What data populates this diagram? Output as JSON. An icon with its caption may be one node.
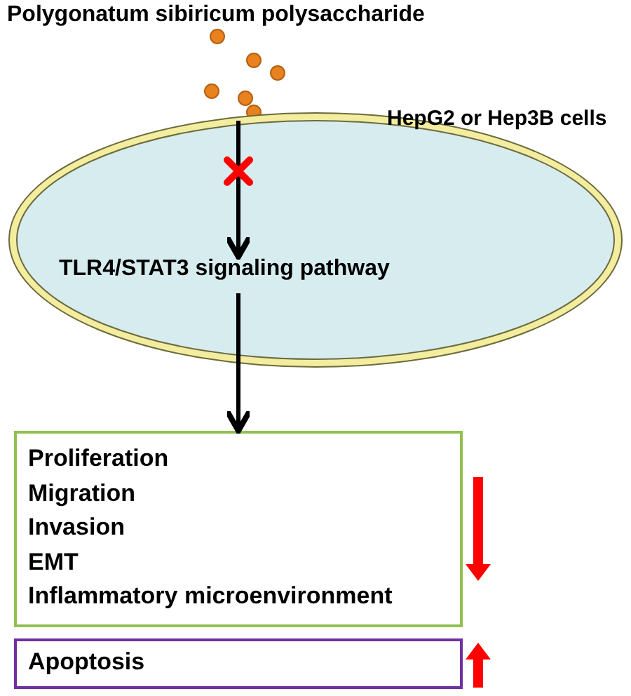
{
  "diagram": {
    "nodes": [
      {
        "text": [
          "Polygonatum sibiricum polysaccharide"
        ]
      },
      {
        "text": [
          "HepG2 or Hep3B cells"
        ]
      },
      {
        "text": [
          "TLR4/STAT3 signaling pathway"
        ],
        "in": 1
      },
      {
        "text": [
          "Proliferation",
          "Migration",
          "Invasion",
          "EMT",
          "Inflammatory microenvironment"
        ]
      },
      {
        "text": [
          "Apoptosis"
        ]
      }
    ],
    "edges": [
      {
        "from": 0,
        "to": 2,
        "arrow": "to"
      },
      {
        "from": 2,
        "to": 3,
        "arrow": "to"
      }
    ]
  }
}
